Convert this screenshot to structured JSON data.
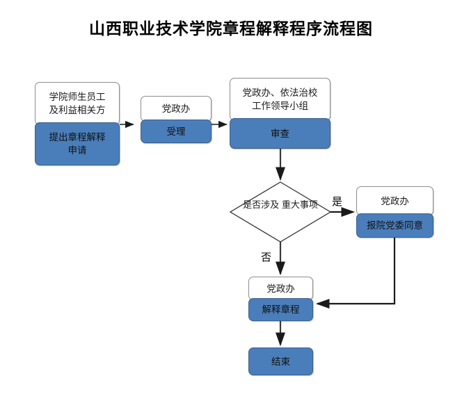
{
  "page": {
    "title": "山西职业技术学院章程解释程序流程图",
    "bg_color": "#ffffff",
    "accent_blue": "#4a7ebb",
    "border_gray": "#8d8d8d"
  },
  "chart_data": {
    "type": "diagram",
    "title": "山西职业技术学院章程解释程序流程图",
    "nodes": [
      {
        "id": "n1",
        "kind": "process",
        "actor": "学院师生员工\n及利益相关方",
        "action": "提出章程解释\n申请"
      },
      {
        "id": "n2",
        "kind": "process",
        "actor": "党政办",
        "action": "受理"
      },
      {
        "id": "n3",
        "kind": "process",
        "actor": "党政办、依法治校\n工作领导小组",
        "action": "审查"
      },
      {
        "id": "d1",
        "kind": "decision",
        "action": "是否涉及\n重大事项"
      },
      {
        "id": "n4",
        "kind": "process",
        "actor": "党政办",
        "action": "报院党委同意"
      },
      {
        "id": "n5",
        "kind": "process",
        "actor": "党政办",
        "action": "解释章程"
      },
      {
        "id": "n6",
        "kind": "terminator",
        "action": "结束"
      }
    ],
    "edges": [
      {
        "from": "n1",
        "to": "n2",
        "label": ""
      },
      {
        "from": "n2",
        "to": "n3",
        "label": ""
      },
      {
        "from": "n3",
        "to": "d1",
        "label": ""
      },
      {
        "from": "d1",
        "to": "n4",
        "label": "是"
      },
      {
        "from": "d1",
        "to": "n5",
        "label": "否"
      },
      {
        "from": "n4",
        "to": "n5",
        "label": ""
      },
      {
        "from": "n5",
        "to": "n6",
        "label": ""
      }
    ]
  },
  "nodes": {
    "n1": {
      "actor_line1": "学院师生员工",
      "actor_line2": "及利益相关方",
      "action_line1": "提出章程解释",
      "action_line2": "申请"
    },
    "n2": {
      "actor_line1": "党政办",
      "action_line1": "受理"
    },
    "n3": {
      "actor_line1": "党政办、依法治校",
      "actor_line2": "工作领导小组",
      "action_line1": "审查"
    },
    "d1": {
      "line1": "是否涉及",
      "line2": "重大事项"
    },
    "n4": {
      "actor_line1": "党政办",
      "action_line1": "报院党委同意"
    },
    "n5": {
      "actor_line1": "党政办",
      "action_line1": "解释章程"
    },
    "n6": {
      "action_line1": "结束"
    }
  },
  "labels": {
    "yes": "是",
    "no": "否"
  }
}
